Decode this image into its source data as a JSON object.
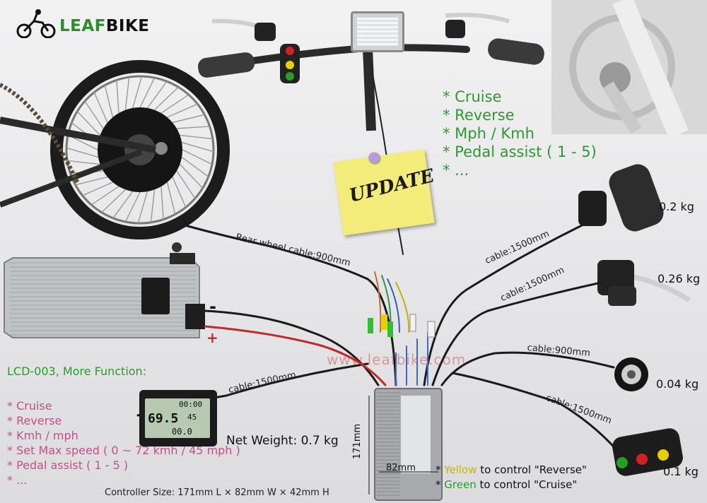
{
  "brand": {
    "logo_text": "LEAFBIKE",
    "logo_color_leaf": "#2e8b2e",
    "logo_color_bike": "#111111"
  },
  "update_note": {
    "text": "UPDATE",
    "color": "#f4ec7a"
  },
  "display_features": [
    "* Cruise",
    "* Reverse",
    "* Mph / Kmh",
    "* Pedal assist ( 1 - 5)",
    "* ..."
  ],
  "lcd": {
    "title": "LCD-003, More Function:",
    "features": [
      "* Cruise",
      "* Reverse",
      "* Kmh / mph",
      "* Set Max speed ( 0 ~ 72 kmh / 45 mph )",
      "* Pedal assist ( 1 - 5 )",
      "* ..."
    ],
    "screen_speed": "69.5",
    "screen_top": "00:00",
    "screen_bottom": "00.0",
    "screen_small": "45"
  },
  "cables": {
    "rear_wheel": "Rear wheel cable:900mm",
    "throttle": "cable:1500mm",
    "brake": "cable:1500mm",
    "pas": "cable:900mm",
    "switch": "cable:1500mm",
    "lcd": "cable:1500mm"
  },
  "weights": {
    "throttle": "0.2 kg",
    "brake": "0.26 kg",
    "pas": "0.04 kg",
    "switch": "0.1 kg"
  },
  "controller": {
    "net_weight": "Net Weight: 0.7 kg",
    "height_label": "171mm",
    "width_label": "82mm",
    "size_caption": "Controller Size: 171mm L × 82mm W × 42mm H"
  },
  "battery": {
    "minus": "-",
    "plus": "+"
  },
  "watermark": "www.leafbike.com",
  "notes": {
    "yellow_prefix": "* ",
    "yellow_word": "Yellow",
    "yellow_rest": " to control \"Reverse\"",
    "green_prefix": "* ",
    "green_word": "Green",
    "green_rest": " to control \"Cruise\""
  },
  "colors": {
    "feature_green": "#2e9a2e",
    "lcd_pink": "#c0508a",
    "cable_black": "#1a1a1a"
  }
}
